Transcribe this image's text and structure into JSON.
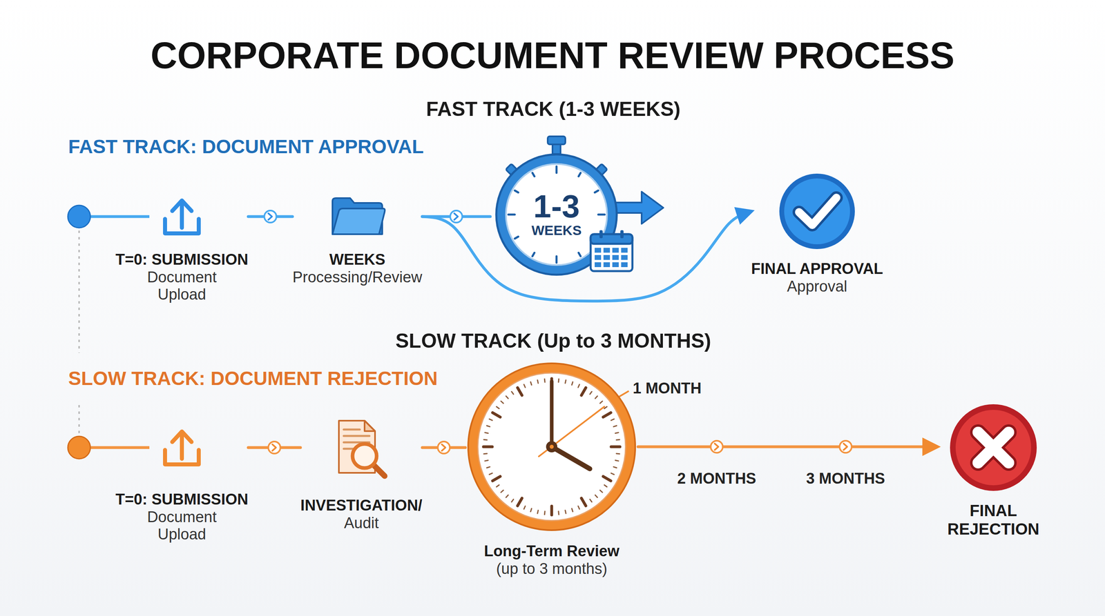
{
  "diagram": {
    "title": "CORPORATE DOCUMENT REVIEW PROCESS",
    "nodes": [
      {
        "text": [
          "T=0: SUBMISSION",
          "Document Upload"
        ]
      },
      {
        "text": [
          "WEEKS",
          "Processing/Review"
        ]
      },
      {
        "text": [
          "1-3",
          "WEEKS"
        ]
      },
      {
        "text": [
          "FINAL APPROVAL",
          "Approval"
        ]
      },
      {
        "text": [
          "T=0: SUBMISSION",
          "Document Upload"
        ]
      },
      {
        "text": [
          "INVESTIGATION/",
          "Audit"
        ]
      },
      {
        "text": [
          "Long-Term Review",
          "(up to 3 months)"
        ]
      },
      {
        "text": [
          "FINAL REJECTION"
        ]
      }
    ],
    "edges": [
      {
        "from": 0,
        "to": 1,
        "arrow": "to"
      },
      {
        "from": 1,
        "to": 2,
        "arrow": "to"
      },
      {
        "from": 1,
        "to": 3,
        "arrow": "to"
      },
      {
        "from": 4,
        "to": 5,
        "arrow": "to"
      },
      {
        "from": 5,
        "to": 6,
        "arrow": "to"
      },
      {
        "from": 6,
        "to": 7,
        "arrow": "to"
      }
    ],
    "labels": [
      "FAST TRACK (1-3 WEEKS)",
      "FAST TRACK: DOCUMENT APPROVAL",
      "SLOW TRACK (Up to 3 MONTHS)",
      "SLOW TRACK: DOCUMENT REJECTION",
      "1 MONTH",
      "2 MONTHS",
      "3 MONTHS"
    ]
  }
}
